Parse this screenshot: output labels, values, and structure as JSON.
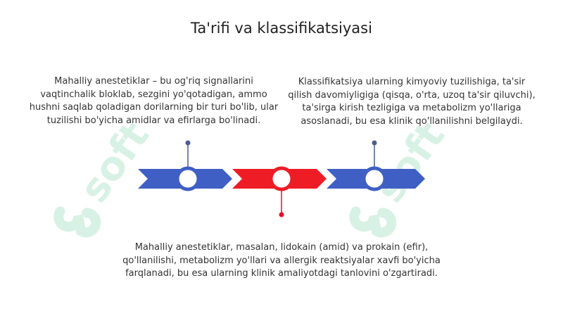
{
  "title": "Ta'rifi va klassifikatsiyasi",
  "watermark": "soft",
  "colors": {
    "blue": "#3f5fc4",
    "red": "#ee1c25",
    "connector_blue": "#4a5d8f",
    "connector_red": "#e0102a",
    "watermark": "#2bb673"
  },
  "items": [
    {
      "text": "Mahalliy anestetiklar – bu og'riq signallarini vaqtinchalik bloklab, sezgini yo'qotadigan, ammo hushni saqlab qoladigan dorilarning bir turi bo'lib, ular tuzilishi bo'yicha amidlar va efirlarga bo'linadi."
    },
    {
      "text": "Mahalliy anestetiklar, masalan, lidokain (amid) va prokain (efir), qo'llanilishi, metabolizm yo'llari va allergik reaktsiyalar xavfi bo'yicha farqlanadi, bu esa ularning klinik amaliyotdagi tanlovini o'zgartiradi."
    },
    {
      "text": "Klassifikatsiya ularning kimyoviy tuzilishiga, ta'sir qilish davomiyligiga (qisqa, o'rta, uzoq ta'sir qiluvchi), ta'sirga kirish tezligiga va metabolizm yo'llariga asoslanadi, bu esa klinik qo'llanilishni belgilaydi."
    }
  ]
}
